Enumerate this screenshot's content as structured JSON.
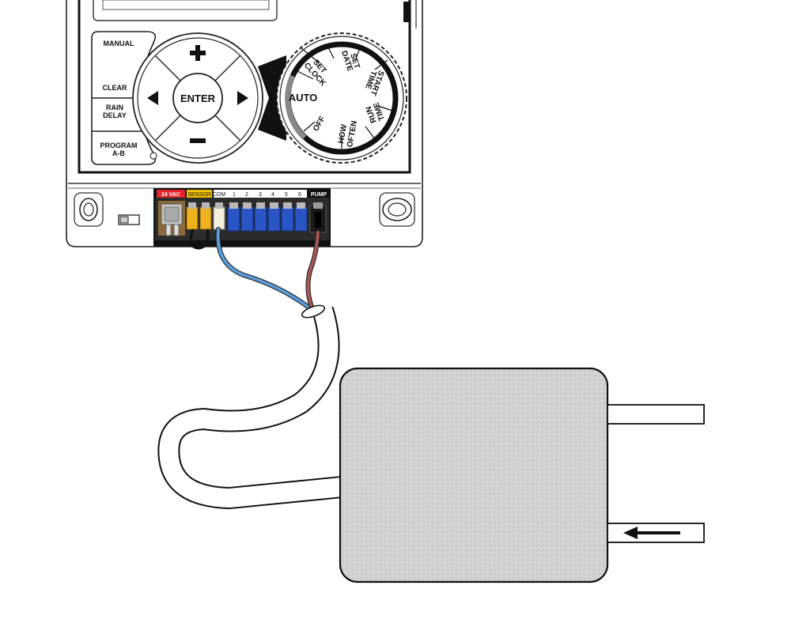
{
  "controller": {
    "buttons": {
      "manual": "MANUAL",
      "clear": "CLEAR",
      "rain_delay_line1": "RAIN",
      "rain_delay_line2": "DELAY",
      "program_line1": "PROGRAM",
      "program_line2": "A-B",
      "enter": "ENTER",
      "plus": "+",
      "minus": "−",
      "left": "◀",
      "right": "▶"
    },
    "dial": {
      "auto": "AUTO",
      "off": "OFF",
      "set_clock_line1": "SET",
      "set_clock_line2": "CLOCK",
      "set_date_line1": "SET",
      "set_date_line2": "DATE",
      "start_time_line1": "START",
      "start_time_line2": "TIME",
      "run_time_line1": "RUN",
      "run_time_line2": "TIME",
      "how_often_line1": "HOW",
      "how_often_line2": "OFTEN"
    },
    "terminal": {
      "vac": "24 VAC",
      "sensor": "SENSOR",
      "com": "COM",
      "zones": [
        "1",
        "2",
        "3",
        "4",
        "5",
        "6"
      ],
      "pump": "PUMP"
    }
  },
  "colors": {
    "vac_label": "#e3242b",
    "sensor_label": "#f2c200",
    "sensor_terminal": "#f0b21c",
    "zone_terminal": "#2a55c6",
    "com_terminal": "#f4f0dc",
    "pump_terminal": "#1a1a1a",
    "wire_blue": "#5b9bd5",
    "wire_red": "#a35a55",
    "relay_box": "#cfcfcf"
  }
}
